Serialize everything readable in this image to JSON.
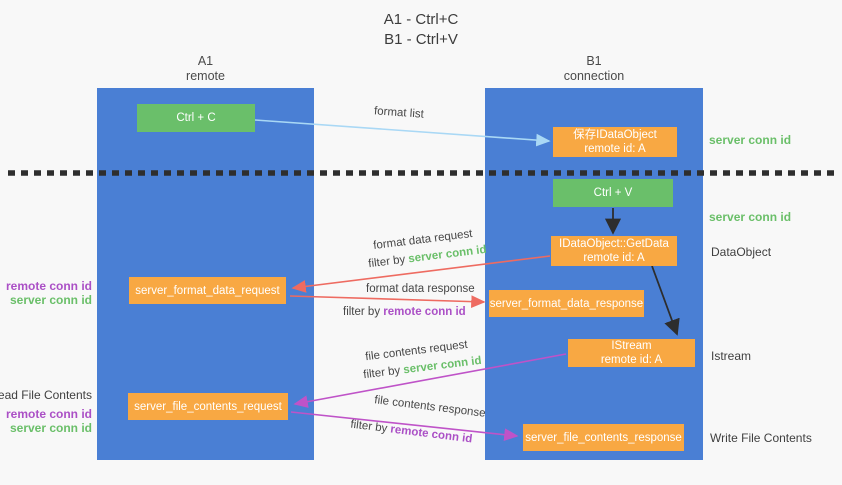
{
  "title": {
    "line1": "A1 - Ctrl+C",
    "line2": "B1 - Ctrl+V"
  },
  "lifelines": {
    "a1": {
      "name": "A1",
      "role": "remote"
    },
    "b1": {
      "name": "B1",
      "role": "connection"
    }
  },
  "nodes": {
    "ctrl_c": {
      "label": "Ctrl + C"
    },
    "ctrl_v": {
      "label": "Ctrl + V"
    },
    "save_dataobject": {
      "line1": "保存IDataObject",
      "line2": "remote id: A"
    },
    "getdata": {
      "line1": "IDataObject::GetData",
      "line2": "remote id: A"
    },
    "istream": {
      "line1": "IStream",
      "line2": "remote id: A"
    },
    "server_format_data_request": {
      "label": "server_format_data_request"
    },
    "server_format_data_response": {
      "label": "server_format_data_response"
    },
    "server_file_contents_request": {
      "label": "server_file_contents_request"
    },
    "server_file_contents_response": {
      "label": "server_file_contents_response"
    }
  },
  "messages": {
    "format_list": {
      "label": "format list"
    },
    "format_data_request": {
      "label": "format data request",
      "filter_prefix": "filter by ",
      "filter_key": "server conn id"
    },
    "format_data_response": {
      "label": "format data response",
      "filter_prefix": "filter by ",
      "filter_key": "remote conn id"
    },
    "file_contents_request": {
      "label": "file contents request",
      "filter_prefix": "filter by ",
      "filter_key": "server conn id"
    },
    "file_contents_response": {
      "label": "file contents response",
      "filter_prefix": "filter by ",
      "filter_key": "remote conn id"
    }
  },
  "annotations": {
    "right": {
      "server_conn_id_top": "server conn id",
      "server_conn_id_mid": "server conn id",
      "dataobject": "DataObject",
      "istream": "Istream",
      "write_file_contents": "Write File Contents"
    },
    "left": {
      "remote_conn_id_top": "remote conn id",
      "server_conn_id_top": "server conn id",
      "read_file_contents": "Read File Contents",
      "remote_conn_id_bottom": "remote conn id",
      "server_conn_id_bottom": "server conn id"
    }
  },
  "colors": {
    "lifeline_blue": "#4a7fd4",
    "action_green": "#6abf6a",
    "message_orange": "#f8a843",
    "server_conn_green": "#6abf69",
    "remote_conn_purple": "#ab50c6",
    "request_red": "#ee6b61",
    "file_magenta": "#bf53c8",
    "format_list_blue": "#a9d8f5",
    "separator_dark": "#2e2e2e"
  }
}
